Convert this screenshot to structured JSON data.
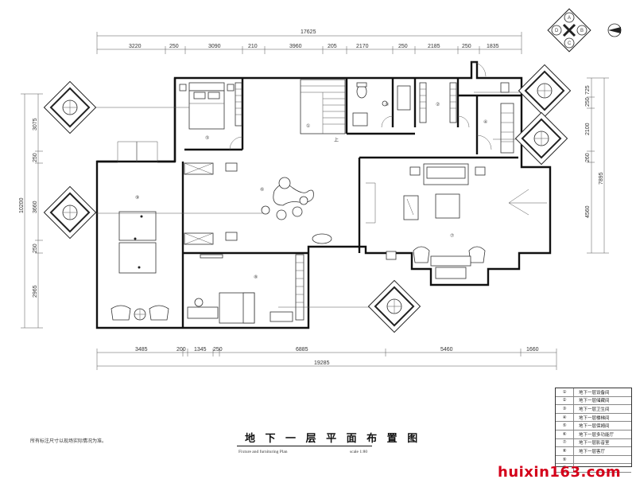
{
  "dims_top": {
    "overall": "17625",
    "segments": [
      "3220",
      "250",
      "3090",
      "210",
      "3960",
      "205",
      "2170",
      "250",
      "2185",
      "250",
      "1835"
    ]
  },
  "dims_bottom": {
    "overall": "19285",
    "segments": [
      "3485",
      "200",
      "1345",
      "250",
      "6885",
      "5460",
      "1660"
    ]
  },
  "dims_left": {
    "overall": "10200",
    "segments": [
      "3075",
      "250",
      "3660",
      "250",
      "2965"
    ]
  },
  "dims_right": {
    "overall": "7895",
    "segments": [
      "725",
      "250",
      "2100",
      "260",
      "4560"
    ]
  },
  "rooms": [
    "①",
    "②",
    "③",
    "④",
    "⑤",
    "⑥",
    "⑦",
    "⑧",
    "⑨"
  ],
  "stair_label": "上",
  "elevation_tags": [
    "A",
    "B",
    "C",
    "D"
  ],
  "legend": [
    {
      "num": "①",
      "text": "地下一层设备间"
    },
    {
      "num": "②",
      "text": "地下一层储藏间"
    },
    {
      "num": "③",
      "text": "地下一层卫生间"
    },
    {
      "num": "④",
      "text": "地下一层楼梯间"
    },
    {
      "num": "⑤",
      "text": "地下一层保姆间"
    },
    {
      "num": "⑥",
      "text": "地下一层多功能厅"
    },
    {
      "num": "⑦",
      "text": "地下一层影音室"
    },
    {
      "num": "⑧",
      "text": "地下一层客厅"
    },
    {
      "num": "⑨",
      "text": ""
    },
    {
      "num": "⑩",
      "text": ""
    }
  ],
  "title": {
    "chinese": "地 下 一 层 平 面 布 置 图",
    "english": "Fixture and furnituring Plan",
    "scale": "scale 1:80"
  },
  "note": "所有标注尺寸以现场实际情况为准。",
  "watermark": "huixin163.com",
  "colors": {
    "line": "#111111",
    "watermark": "#d4001a",
    "background": "#ffffff"
  }
}
